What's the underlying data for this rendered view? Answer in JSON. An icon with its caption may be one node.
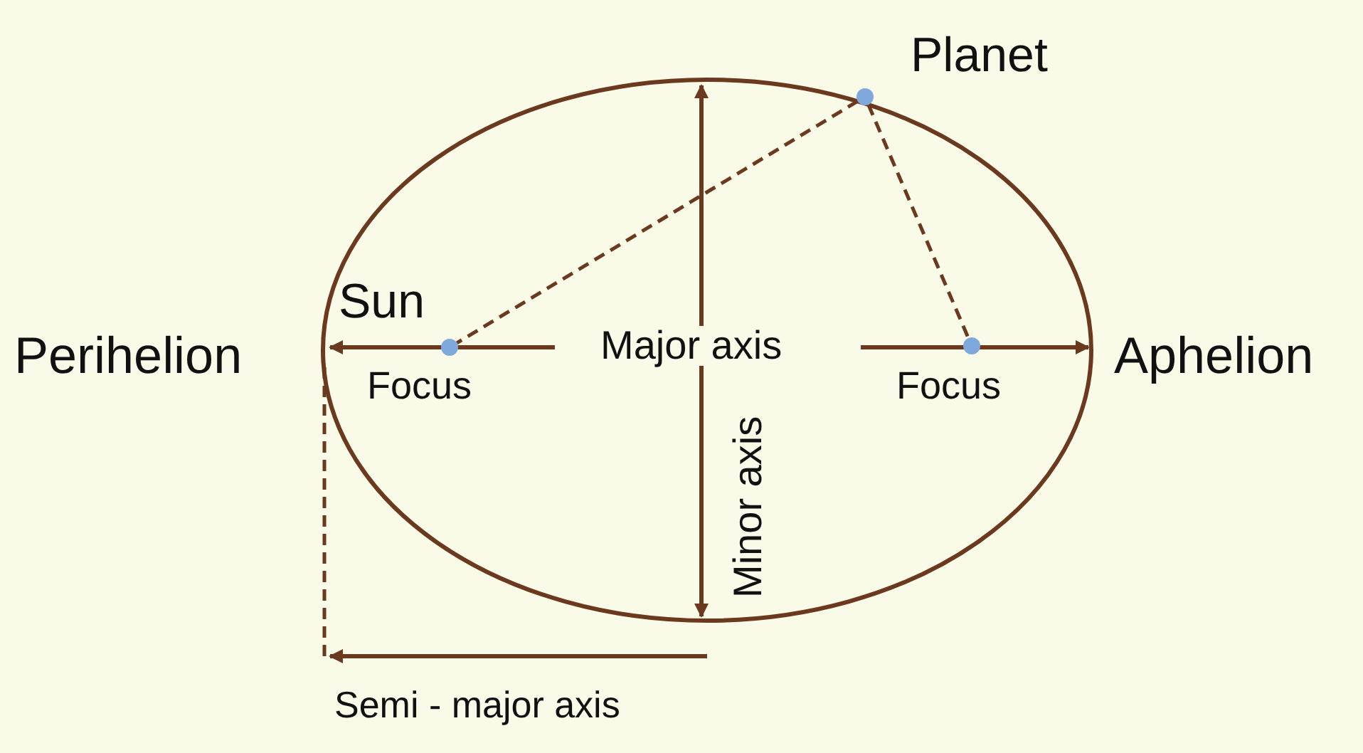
{
  "diagram": {
    "nodes": [
      {
        "text": [],
        "shape": "circle",
        "beside": [
          "Planet"
        ]
      },
      {
        "text": [],
        "shape": "circle",
        "beside": [
          "Sun",
          "Focus"
        ]
      },
      {
        "text": [],
        "shape": "circle",
        "beside": [
          "Focus"
        ]
      }
    ],
    "edges": [
      {
        "from": 0,
        "to": 1,
        "arrow": "none",
        "style": "dashed"
      },
      {
        "from": 0,
        "to": 2,
        "arrow": "none",
        "style": "dashed"
      }
    ],
    "labels": [
      "Perihelion",
      "Major axis",
      "Aphelion",
      "Minor axis",
      "Semi - major axis"
    ]
  }
}
